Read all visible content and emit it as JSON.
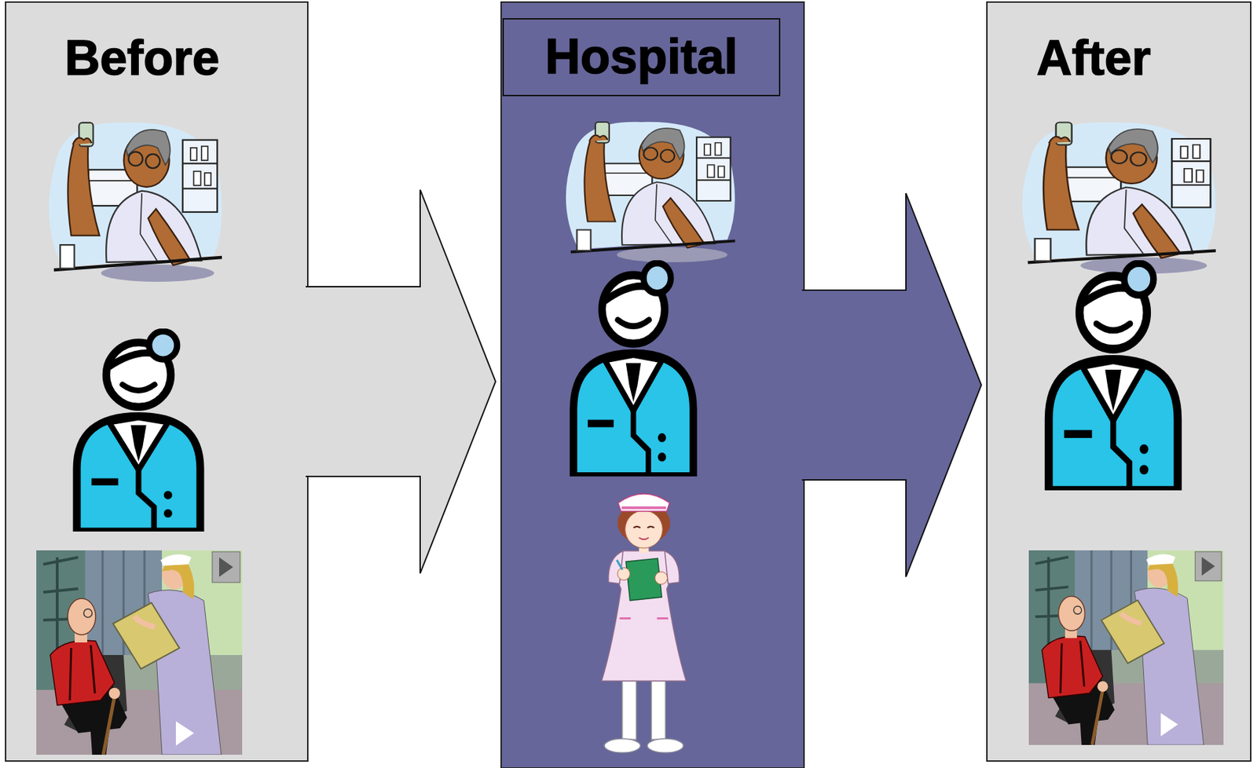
{
  "diagram": {
    "nodes": [
      {
        "text": [
          "Before"
        ]
      },
      {
        "text": [
          "Hospital"
        ]
      },
      {
        "text": [
          "After"
        ]
      }
    ],
    "edges": [
      {
        "from": 0,
        "to": 1,
        "arrow": "to"
      },
      {
        "from": 1,
        "to": 2,
        "arrow": "to"
      }
    ]
  }
}
